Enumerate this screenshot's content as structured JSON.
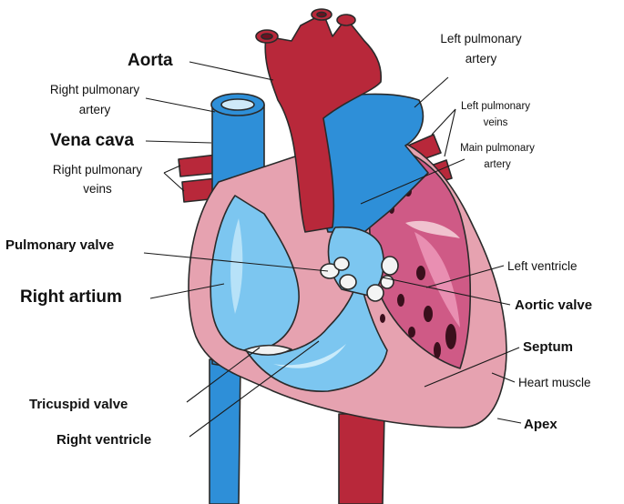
{
  "diagram": {
    "labels": {
      "aorta": "Aorta",
      "right_pulmonary_artery": [
        "Right pulmonary",
        "artery"
      ],
      "vena_cava": "Vena cava",
      "right_pulmonary_veins": [
        "Right pulmonary",
        "veins"
      ],
      "pulmonary_valve": "Pulmonary valve",
      "right_atrium": "Right artium",
      "tricuspid_valve": "Tricuspid valve",
      "right_ventricle": "Right ventricle",
      "left_pulmonary_artery": [
        "Left pulmonary",
        "artery"
      ],
      "left_pulmonary_veins": [
        "Left pulmonary",
        "veins"
      ],
      "main_pulmonary_artery": [
        "Main pulmonary",
        "artery"
      ],
      "left_ventricle": "Left ventricle",
      "aortic_valve": "Aortic valve",
      "septum": "Septum",
      "heart_muscle": "Heart muscle",
      "apex": "Apex"
    },
    "colors": {
      "blood_red": "#b8283a",
      "vessel_blue": "#2e8fd8",
      "chamber_blue": "#7cc6f0",
      "muscle_pink": "#e6a2b0",
      "left_chamber": "#cf5a86",
      "outline": "#2a2a2a"
    }
  }
}
